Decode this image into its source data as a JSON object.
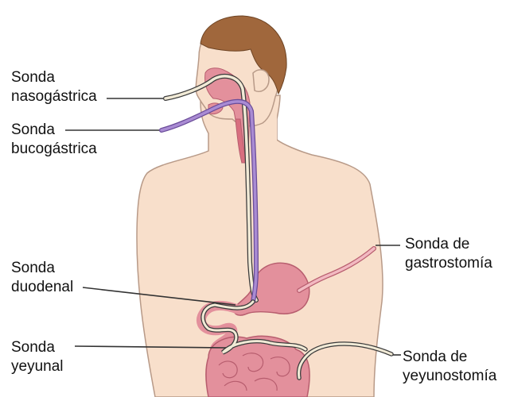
{
  "labels": {
    "nasogastric": {
      "line1": "Sonda",
      "line2": "nasogástrica"
    },
    "orogastric": {
      "line1": "Sonda",
      "line2": "bucogástrica"
    },
    "duodenal": {
      "line1": "Sonda",
      "line2": "duodenal"
    },
    "jejunal": {
      "line1": "Sonda",
      "line2": "yeyunal"
    },
    "gastrostomy": {
      "line1": "Sonda de",
      "line2": "gastrostomía"
    },
    "jejunostomy": {
      "line1": "Sonda de",
      "line2": "yeyunostomía"
    }
  },
  "colors": {
    "skin": "#f8dfcb",
    "skin_outline": "#b89a88",
    "hair": "#a0673c",
    "organ": "#e3909c",
    "organ_dark": "#b75d6e",
    "tube_beige": "#f1ead6",
    "tube_outline": "#3a3a3a",
    "tube_purple": "#a98bd3",
    "leader_line": "#333333"
  }
}
